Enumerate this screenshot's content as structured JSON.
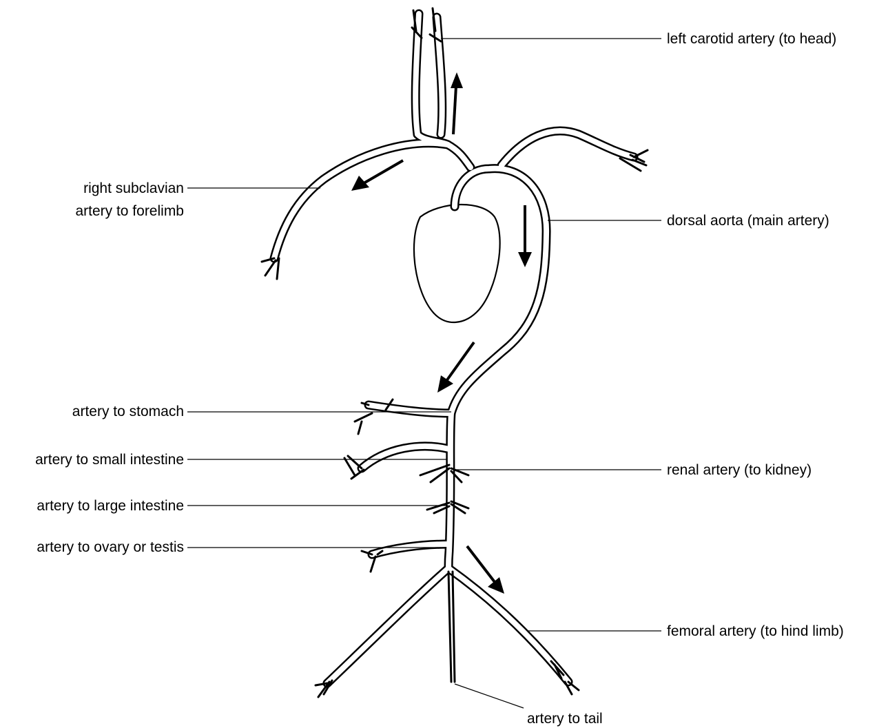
{
  "labels": {
    "left_carotid": "left carotid artery (to head)",
    "right_subclavian_1": "right subclavian",
    "right_subclavian_2": "artery to forelimb",
    "dorsal_aorta": "dorsal aorta (main artery)",
    "stomach": "artery to stomach",
    "small_intestine": "artery to small intestine",
    "renal": "renal artery (to kidney)",
    "large_intestine": "artery to large intestine",
    "ovary_testis": "artery to ovary or testis",
    "femoral": "femoral artery (to hind limb)",
    "tail": "artery to tail"
  }
}
